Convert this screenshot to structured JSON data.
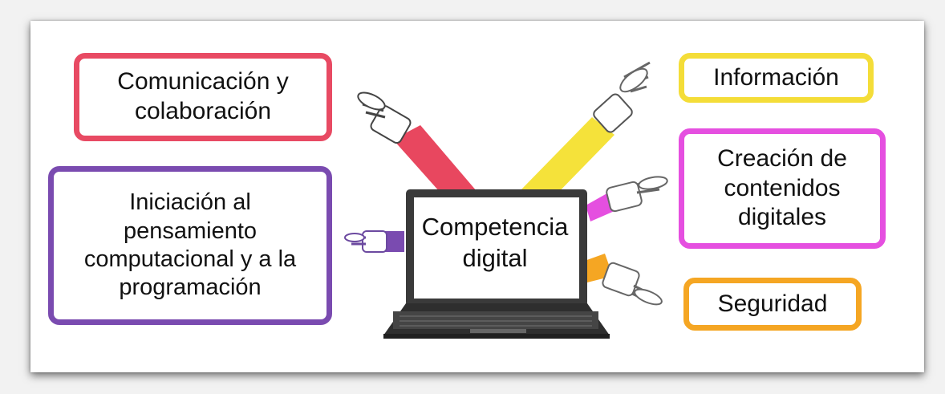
{
  "center": {
    "line1": "Competencia",
    "line2": "digital"
  },
  "boxes": {
    "comunicacion": {
      "text": "Comunicación y\ncolaboración",
      "color": "#e84a63"
    },
    "iniciacion": {
      "text": "Iniciación al\npensamiento\ncomputacional y a la\nprogramación",
      "color": "#7a4bb0"
    },
    "informacion": {
      "text": "Información",
      "color": "#f4dd38"
    },
    "creacion": {
      "text": "Creación de\ncontenidos\ndigitales",
      "color": "#e54fe0"
    },
    "seguridad": {
      "text": "Seguridad",
      "color": "#f5a623"
    }
  }
}
